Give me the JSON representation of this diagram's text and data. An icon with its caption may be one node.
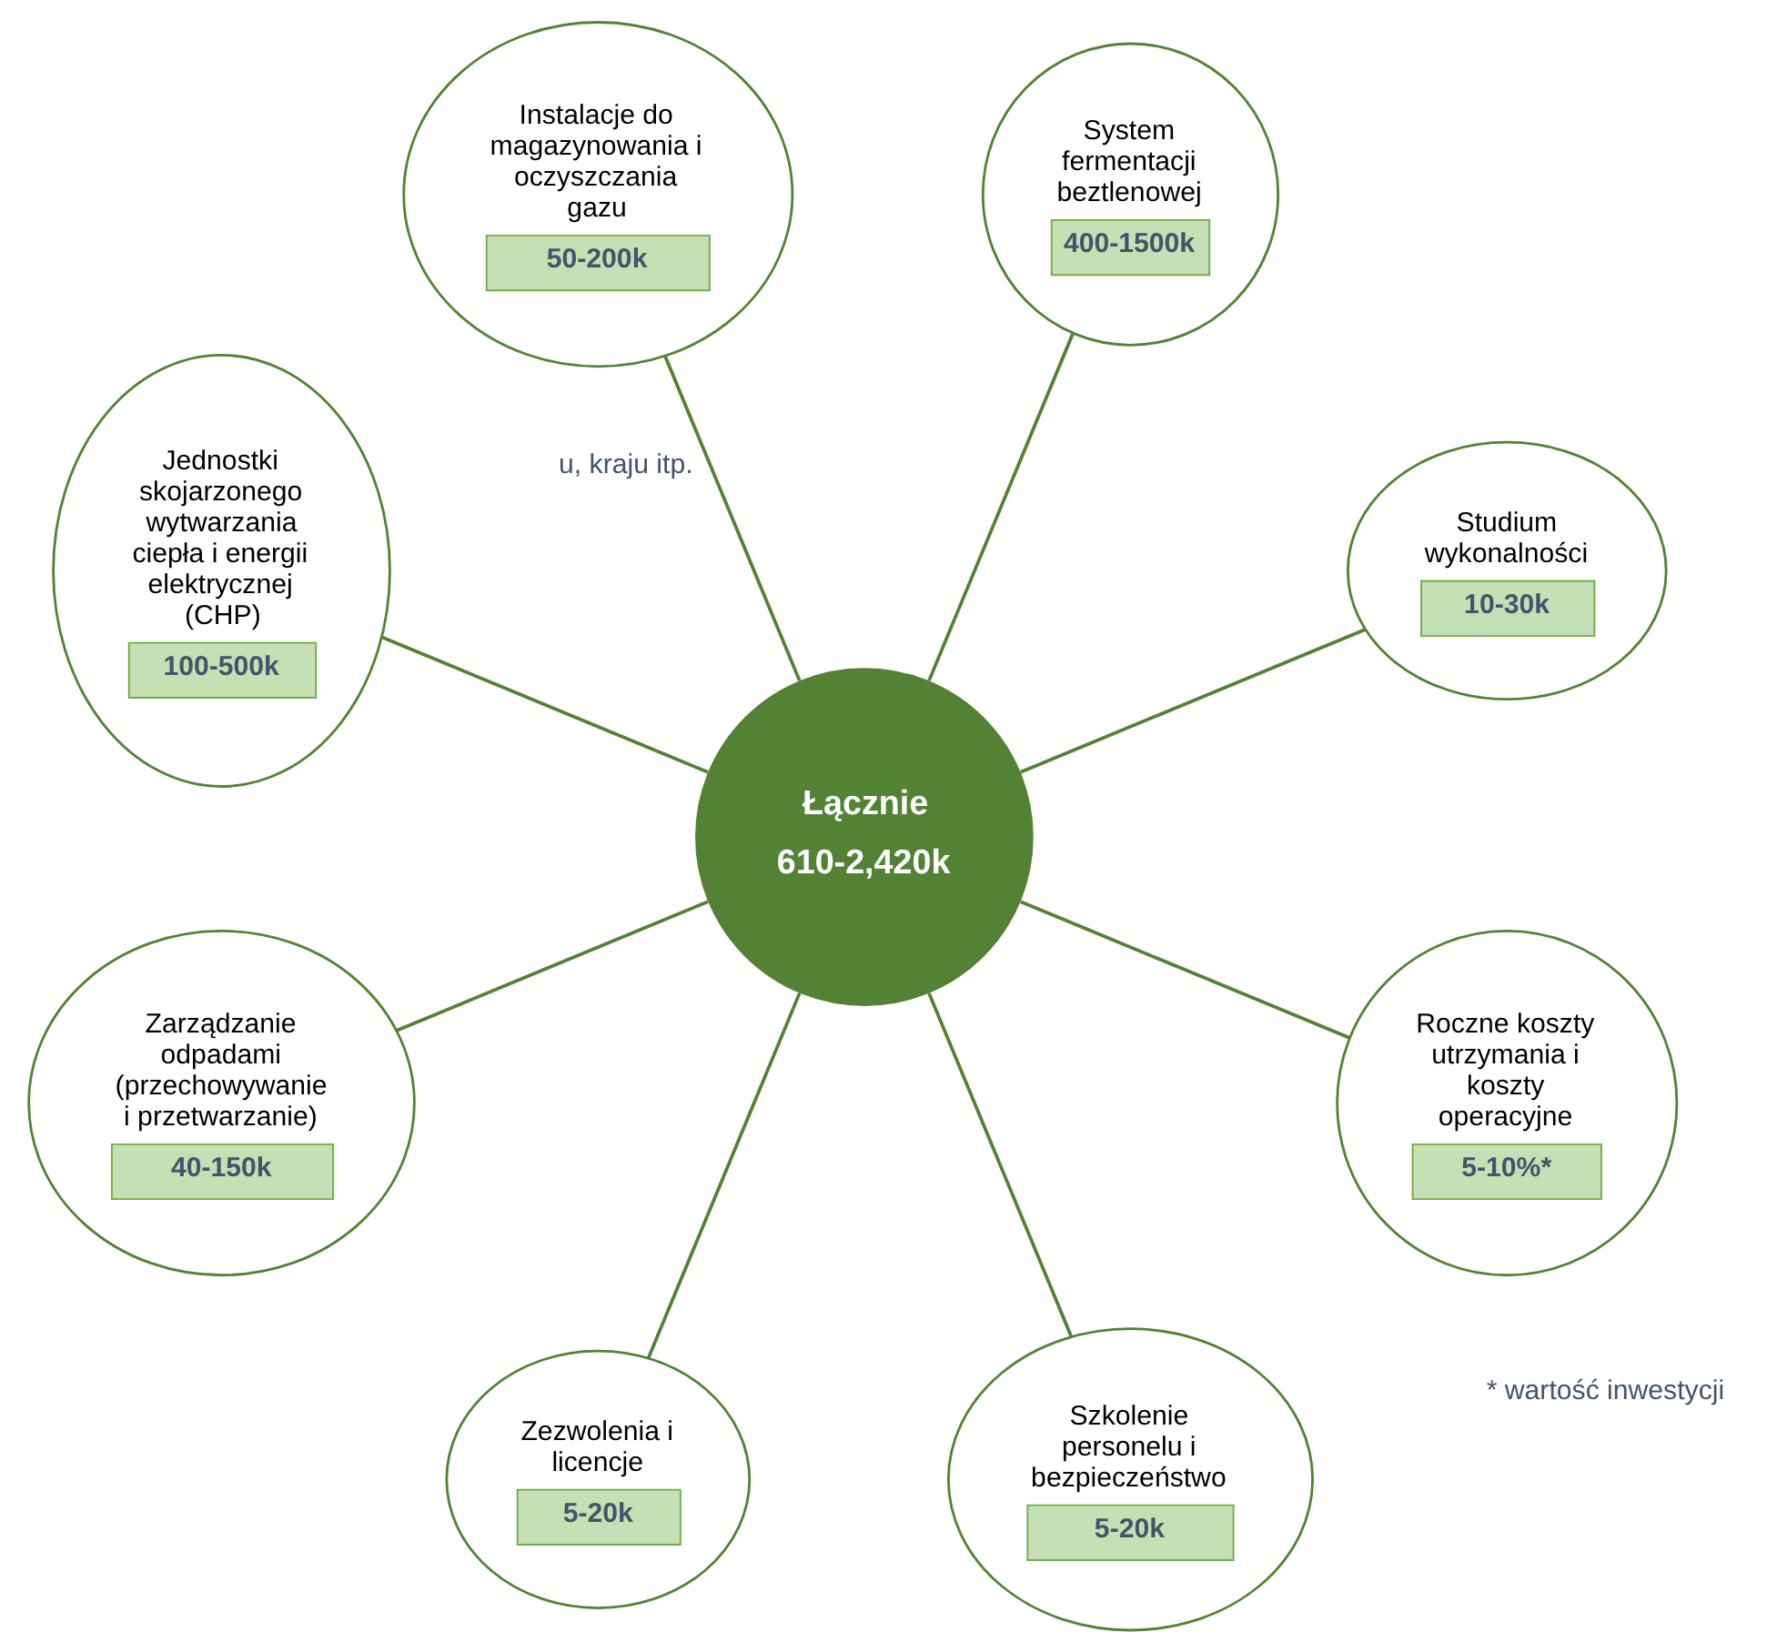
{
  "diagram": {
    "nodes": [
      {
        "text": [
          "Łącznie",
          "610-2,420k"
        ]
      },
      {
        "text": [
          "Studium wykonalności",
          "10-30k"
        ]
      },
      {
        "text": [
          "System fermentacji beztlenowej",
          "400-1500k"
        ]
      },
      {
        "text": [
          "Instalacje do magazynowania i oczyszczania gazu",
          "50-200k"
        ]
      },
      {
        "text": [
          "Jednostki skojarzonego wytwarzania ciepła i energii elektrycznej (CHP)",
          "100-500k"
        ]
      },
      {
        "text": [
          "Zarządzanie odpadami (przechowywanie i przetwarzanie)",
          "40-150k"
        ]
      },
      {
        "text": [
          "Zezwolenia i licencje",
          "5-20k"
        ]
      },
      {
        "text": [
          "Szkolenie personelu i bezpieczeństwo",
          "5-20k"
        ]
      },
      {
        "text": [
          "Roczne koszty utrzymania i koszty operacyjne",
          "5-10%*"
        ]
      }
    ],
    "edges": [
      {
        "from": 0,
        "to": 1,
        "arrow": "none"
      },
      {
        "from": 0,
        "to": 2,
        "arrow": "none"
      },
      {
        "from": 0,
        "to": 3,
        "arrow": "none"
      },
      {
        "from": 0,
        "to": 4,
        "arrow": "none"
      },
      {
        "from": 0,
        "to": 5,
        "arrow": "none"
      },
      {
        "from": 0,
        "to": 6,
        "arrow": "none"
      },
      {
        "from": 0,
        "to": 7,
        "arrow": "none"
      },
      {
        "from": 0,
        "to": 8,
        "arrow": "none"
      }
    ],
    "labels": [
      "u, kraju itp.",
      "* wartość inwestycji"
    ]
  }
}
